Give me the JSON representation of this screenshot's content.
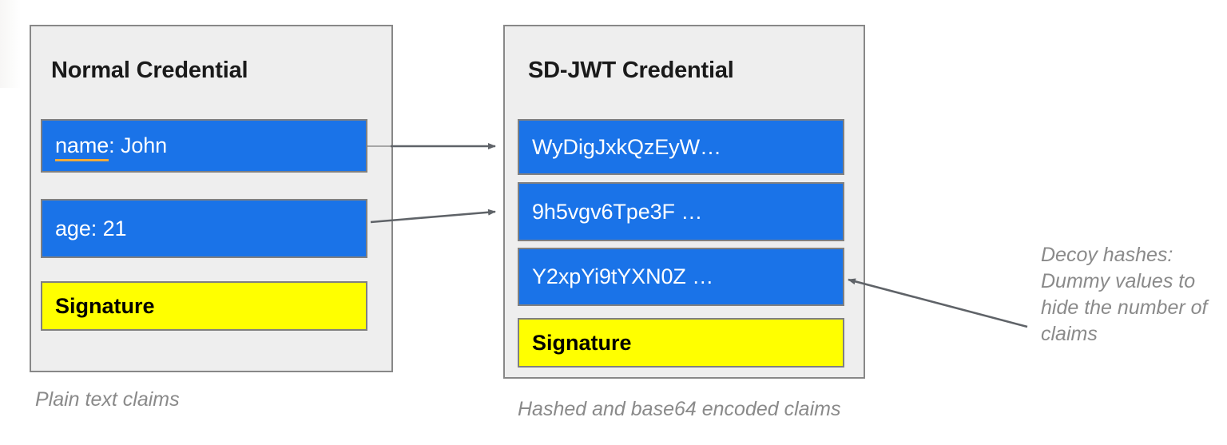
{
  "diagram": {
    "title_left": "Normal Credential",
    "title_right": "SD-JWT Credential",
    "left_card": {
      "name": "normal-credential-card",
      "rows": [
        {
          "key": "name",
          "separator": ": ",
          "value": "John",
          "kind": "claim-blue",
          "underlined_key": true
        },
        {
          "key": "age",
          "separator": ": ",
          "value": "21",
          "kind": "claim-blue",
          "underlined_key": false
        },
        {
          "label": "Signature",
          "kind": "signature-yellow"
        }
      ],
      "caption": "Plain text claims"
    },
    "right_card": {
      "name": "sdjwt-credential-card",
      "rows": [
        {
          "label": "WyDigJxkQzEyW…",
          "kind": "hash-blue"
        },
        {
          "label": "9h5vgv6Tpe3F …",
          "kind": "hash-blue"
        },
        {
          "label": "Y2xpYi9tYXN0Z …",
          "kind": "hash-blue"
        },
        {
          "label": "Signature",
          "kind": "signature-yellow"
        }
      ],
      "caption": "Hashed and base64 encoded claims"
    },
    "annotation_decoy": "Decoy hashes: Dummy values to hide the number of claims",
    "colors": {
      "claim_blue": "#1a73e8",
      "signature_yellow": "#ffff00",
      "card_fill": "#eeeeee",
      "card_border": "#888888",
      "row_border": "#808080",
      "caption_gray": "#8a8a8a",
      "key_underline_orange": "#f0a93b",
      "arrow_gray": "#5f6368",
      "text_dark": "#1a1a1a"
    }
  }
}
